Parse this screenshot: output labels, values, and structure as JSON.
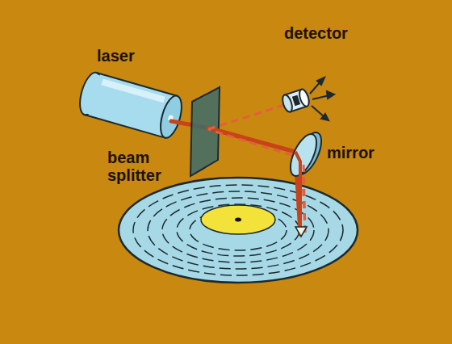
{
  "diagram": {
    "labels": [
      "laser",
      "detector",
      "beam splitter",
      "mirror"
    ]
  }
}
